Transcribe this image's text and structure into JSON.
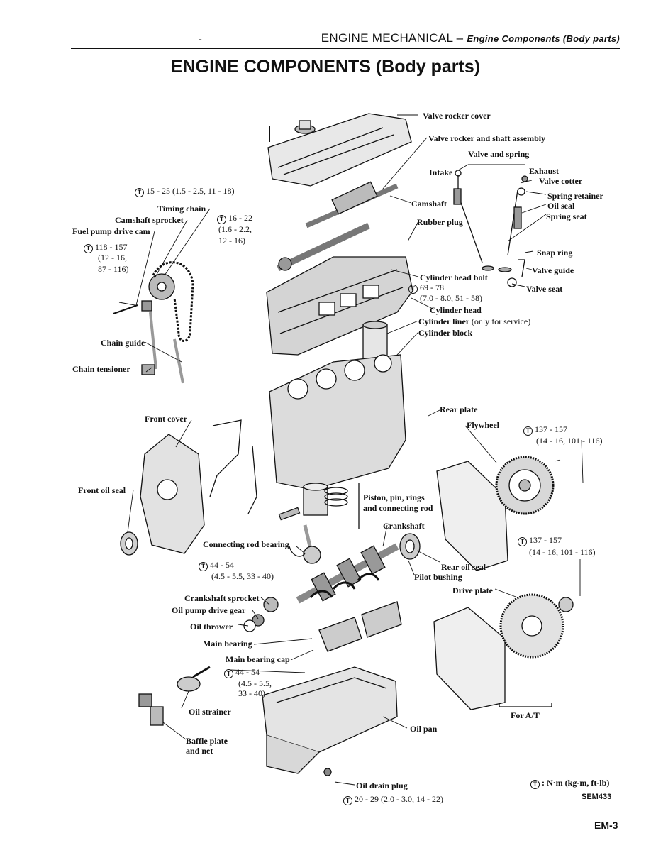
{
  "header": {
    "section": "ENGINE MECHANICAL",
    "separator": "–",
    "subsection": "Engine Components (Body parts)"
  },
  "title": "ENGINE COMPONENTS (Body parts)",
  "labels": {
    "valve_rocker_cover": "Valve rocker cover",
    "valve_rocker_shaft": "Valve rocker and shaft assembly",
    "valve_and_spring": "Valve and spring",
    "intake": "Intake",
    "exhaust": "Exhaust",
    "valve_cotter": "Valve cotter",
    "spring_retainer": "Spring retainer",
    "oil_seal": "Oil seal",
    "spring_seat": "Spring seat",
    "camshaft": "Camshaft",
    "rubber_plug": "Rubber plug",
    "snap_ring": "Snap ring",
    "valve_guide": "Valve guide",
    "valve_seat": "Valve seat",
    "cylinder_head_bolt": "Cylinder head bolt",
    "cylinder_head": "Cylinder head",
    "cylinder_liner": "Cylinder liner",
    "cylinder_liner_note": "(only for service)",
    "cylinder_block": "Cylinder block",
    "timing_chain": "Timing chain",
    "camshaft_sprocket": "Camshaft sprocket",
    "fuel_pump_drive_cam": "Fuel pump drive cam",
    "chain_guide": "Chain guide",
    "chain_tensioner": "Chain tensioner",
    "front_cover": "Front cover",
    "front_oil_seal": "Front oil seal",
    "rear_plate": "Rear plate",
    "flywheel": "Flywheel",
    "piston_line1": "Piston, pin, rings",
    "piston_line2": "and connecting rod",
    "crankshaft": "Crankshaft",
    "connecting_rod_bearing": "Connecting rod bearing",
    "rear_oil_seal": "Rear oil seal",
    "pilot_bushing": "Pilot bushing",
    "drive_plate": "Drive plate",
    "crankshaft_sprocket": "Crankshaft sprocket",
    "oil_pump_drive_gear": "Oil pump drive gear",
    "oil_thrower": "Oil thrower",
    "main_bearing": "Main bearing",
    "main_bearing_cap": "Main bearing cap",
    "oil_strainer": "Oil strainer",
    "baffle_line1": "Baffle plate",
    "baffle_line2": "and net",
    "oil_pan": "Oil pan",
    "oil_drain_plug": "Oil drain plug",
    "for_at": "For A/T"
  },
  "torques": {
    "rocker_cover": "15 - 25 (1.5 - 2.5, 11 - 18)",
    "cam_sprocket_l1": "16 - 22",
    "cam_sprocket_l2": "(1.6 - 2.2,",
    "cam_sprocket_l3": "12 - 16)",
    "fuel_cam_l1": "118 - 157",
    "fuel_cam_l2": "(12 - 16,",
    "fuel_cam_l3": "87 - 116)",
    "head_bolt_l1": "69 - 78",
    "head_bolt_l2": "(7.0 - 8.0, 51 - 58)",
    "flywheel_l1": "137 - 157",
    "flywheel_l2": "(14 - 16, 101 - 116)",
    "drive_plate_l1": "137 - 157",
    "drive_plate_l2": "(14 - 16, 101 - 116)",
    "conrod_l1": "44 - 54",
    "conrod_l2": "(4.5 - 5.5, 33 - 40)",
    "main_cap_l1": "44 - 54",
    "main_cap_l2": "(4.5 - 5.5,",
    "main_cap_l3": "33 - 40)",
    "drain_plug": "20 - 29 (2.0 - 3.0, 14 - 22)"
  },
  "torque_symbol": "T",
  "legend_units": ": N·m (kg-m, ft-lb)",
  "figure_code": "SEM433",
  "page_number": "EM-3"
}
